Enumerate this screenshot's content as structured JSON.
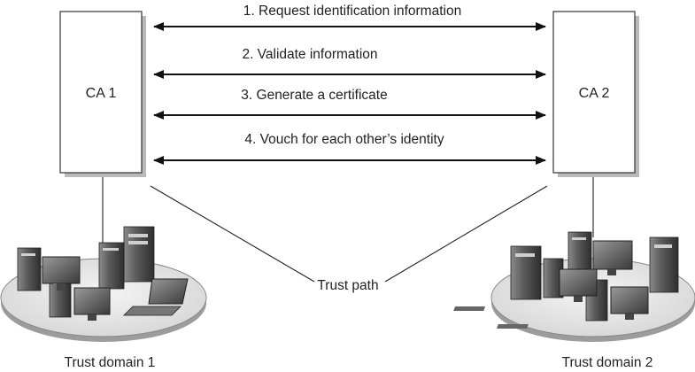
{
  "ca_left": {
    "label": "CA 1"
  },
  "ca_right": {
    "label": "CA 2"
  },
  "steps": [
    "1. Request identification information",
    "2. Validate information",
    "3. Generate a certificate",
    "4. Vouch for each other’s identity"
  ],
  "trust_path_label": "Trust path",
  "domains": [
    {
      "label": "Trust domain 1"
    },
    {
      "label": "Trust domain 2"
    }
  ]
}
